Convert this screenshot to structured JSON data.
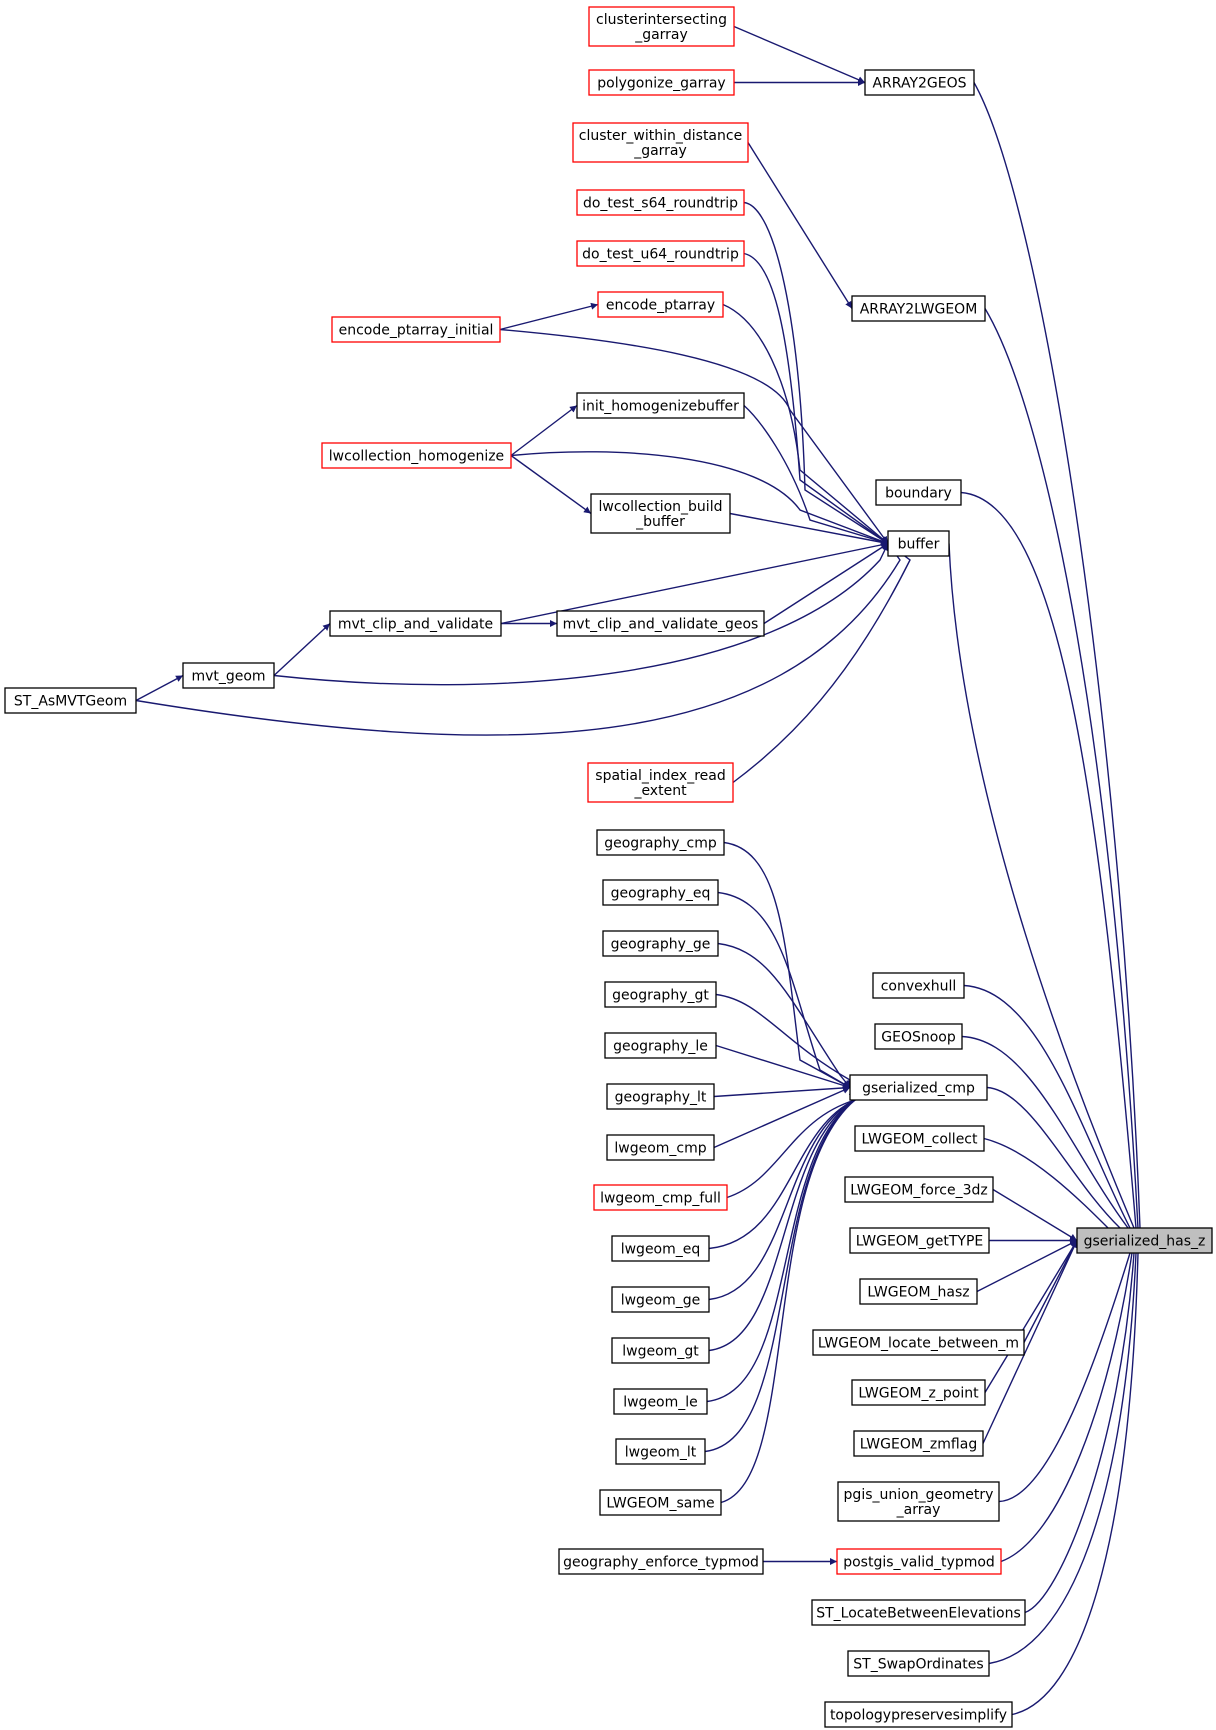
{
  "colors": {
    "edge": "#191970",
    "normal_border": "#000000",
    "truncated_border": "#ff0000",
    "focus_fill": "#bfbfbf"
  },
  "nodes": [
    {
      "id": "n_clusterintersecting",
      "lines": [
        "clusterintersecting",
        "_garray"
      ],
      "style": "truncated"
    },
    {
      "id": "n_polygonize",
      "lines": [
        "polygonize_garray"
      ],
      "style": "truncated"
    },
    {
      "id": "n_array2geos",
      "lines": [
        "ARRAY2GEOS"
      ],
      "style": "normal"
    },
    {
      "id": "n_cluster_within",
      "lines": [
        "cluster_within_distance",
        "_garray"
      ],
      "style": "truncated"
    },
    {
      "id": "n_do_test_s64",
      "lines": [
        "do_test_s64_roundtrip"
      ],
      "style": "truncated"
    },
    {
      "id": "n_do_test_u64",
      "lines": [
        "do_test_u64_roundtrip"
      ],
      "style": "truncated"
    },
    {
      "id": "n_array2lwgeom",
      "lines": [
        "ARRAY2LWGEOM"
      ],
      "style": "normal"
    },
    {
      "id": "n_encode_ptarray",
      "lines": [
        "encode_ptarray"
      ],
      "style": "truncated"
    },
    {
      "id": "n_encode_ptarray_initial",
      "lines": [
        "encode_ptarray_initial"
      ],
      "style": "truncated"
    },
    {
      "id": "n_init_homogenizebuffer",
      "lines": [
        "init_homogenizebuffer"
      ],
      "style": "normal"
    },
    {
      "id": "n_lwcollection_homogenize",
      "lines": [
        "lwcollection_homogenize"
      ],
      "style": "truncated"
    },
    {
      "id": "n_boundary",
      "lines": [
        "boundary"
      ],
      "style": "normal"
    },
    {
      "id": "n_lwcollection_build_buffer",
      "lines": [
        "lwcollection_build",
        "_buffer"
      ],
      "style": "normal"
    },
    {
      "id": "n_buffer",
      "lines": [
        "buffer"
      ],
      "style": "normal"
    },
    {
      "id": "n_mvt_clip_and_validate",
      "lines": [
        "mvt_clip_and_validate"
      ],
      "style": "normal"
    },
    {
      "id": "n_mvt_clip_and_validate_geos",
      "lines": [
        "mvt_clip_and_validate_geos"
      ],
      "style": "normal"
    },
    {
      "id": "n_mvt_geom",
      "lines": [
        "mvt_geom"
      ],
      "style": "normal"
    },
    {
      "id": "n_st_asmvtgeom",
      "lines": [
        "ST_AsMVTGeom"
      ],
      "style": "normal"
    },
    {
      "id": "n_spatial_index_read",
      "lines": [
        "spatial_index_read",
        "_extent"
      ],
      "style": "truncated"
    },
    {
      "id": "n_geography_cmp",
      "lines": [
        "geography_cmp"
      ],
      "style": "normal"
    },
    {
      "id": "n_geography_eq",
      "lines": [
        "geography_eq"
      ],
      "style": "normal"
    },
    {
      "id": "n_geography_ge",
      "lines": [
        "geography_ge"
      ],
      "style": "normal"
    },
    {
      "id": "n_geography_gt",
      "lines": [
        "geography_gt"
      ],
      "style": "normal"
    },
    {
      "id": "n_geography_le",
      "lines": [
        "geography_le"
      ],
      "style": "normal"
    },
    {
      "id": "n_geography_lt",
      "lines": [
        "geography_lt"
      ],
      "style": "normal"
    },
    {
      "id": "n_lwgeom_cmp",
      "lines": [
        "lwgeom_cmp"
      ],
      "style": "normal"
    },
    {
      "id": "n_lwgeom_cmp_full",
      "lines": [
        "lwgeom_cmp_full"
      ],
      "style": "truncated"
    },
    {
      "id": "n_lwgeom_eq",
      "lines": [
        "lwgeom_eq"
      ],
      "style": "normal"
    },
    {
      "id": "n_lwgeom_ge",
      "lines": [
        "lwgeom_ge"
      ],
      "style": "normal"
    },
    {
      "id": "n_lwgeom_gt",
      "lines": [
        "lwgeom_gt"
      ],
      "style": "normal"
    },
    {
      "id": "n_lwgeom_le",
      "lines": [
        "lwgeom_le"
      ],
      "style": "normal"
    },
    {
      "id": "n_lwgeom_lt",
      "lines": [
        "lwgeom_lt"
      ],
      "style": "normal"
    },
    {
      "id": "n_lwgeom_same",
      "lines": [
        "LWGEOM_same"
      ],
      "style": "normal"
    },
    {
      "id": "n_convexhull",
      "lines": [
        "convexhull"
      ],
      "style": "normal"
    },
    {
      "id": "n_geosnoop",
      "lines": [
        "GEOSnoop"
      ],
      "style": "normal"
    },
    {
      "id": "n_gserialized_cmp",
      "lines": [
        "gserialized_cmp"
      ],
      "style": "normal"
    },
    {
      "id": "n_lwgeom_collect",
      "lines": [
        "LWGEOM_collect"
      ],
      "style": "normal"
    },
    {
      "id": "n_lwgeom_force_3dz",
      "lines": [
        "LWGEOM_force_3dz"
      ],
      "style": "normal"
    },
    {
      "id": "n_lwgeom_gettype",
      "lines": [
        "LWGEOM_getTYPE"
      ],
      "style": "normal"
    },
    {
      "id": "n_gserialized_has_z",
      "lines": [
        "gserialized_has_z"
      ],
      "style": "focus"
    },
    {
      "id": "n_lwgeom_hasz",
      "lines": [
        "LWGEOM_hasz"
      ],
      "style": "normal"
    },
    {
      "id": "n_lwgeom_locate_between_m",
      "lines": [
        "LWGEOM_locate_between_m"
      ],
      "style": "normal"
    },
    {
      "id": "n_lwgeom_z_point",
      "lines": [
        "LWGEOM_z_point"
      ],
      "style": "normal"
    },
    {
      "id": "n_lwgeom_zmflag",
      "lines": [
        "LWGEOM_zmflag"
      ],
      "style": "normal"
    },
    {
      "id": "n_pgis_union",
      "lines": [
        "pgis_union_geometry",
        "_array"
      ],
      "style": "normal"
    },
    {
      "id": "n_geography_enforce_typmod",
      "lines": [
        "geography_enforce_typmod"
      ],
      "style": "normal"
    },
    {
      "id": "n_postgis_valid_typmod",
      "lines": [
        "postgis_valid_typmod"
      ],
      "style": "truncated"
    },
    {
      "id": "n_st_locatebetweenelevations",
      "lines": [
        "ST_LocateBetweenElevations"
      ],
      "style": "normal"
    },
    {
      "id": "n_st_swapordinates",
      "lines": [
        "ST_SwapOrdinates"
      ],
      "style": "normal"
    },
    {
      "id": "n_topologypreservesimplify",
      "lines": [
        "topologypreservesimplify"
      ],
      "style": "normal"
    }
  ],
  "edges": [
    [
      "n_clusterintersecting",
      "n_array2geos"
    ],
    [
      "n_polygonize",
      "n_array2geos"
    ],
    [
      "n_cluster_within",
      "n_array2lwgeom"
    ],
    [
      "n_encode_ptarray_initial",
      "n_encode_ptarray"
    ],
    [
      "n_encode_ptarray_initial",
      "n_buffer"
    ],
    [
      "n_lwcollection_homogenize",
      "n_init_homogenizebuffer"
    ],
    [
      "n_lwcollection_homogenize",
      "n_lwcollection_build_buffer"
    ],
    [
      "n_lwcollection_homogenize",
      "n_buffer"
    ],
    [
      "n_do_test_s64",
      "n_buffer"
    ],
    [
      "n_do_test_u64",
      "n_buffer"
    ],
    [
      "n_encode_ptarray",
      "n_buffer"
    ],
    [
      "n_init_homogenizebuffer",
      "n_buffer"
    ],
    [
      "n_lwcollection_build_buffer",
      "n_buffer"
    ],
    [
      "n_mvt_clip_and_validate",
      "n_buffer"
    ],
    [
      "n_mvt_clip_and_validate",
      "n_mvt_clip_and_validate_geos"
    ],
    [
      "n_mvt_clip_and_validate_geos",
      "n_buffer"
    ],
    [
      "n_mvt_geom",
      "n_mvt_clip_and_validate"
    ],
    [
      "n_mvt_geom",
      "n_buffer"
    ],
    [
      "n_st_asmvtgeom",
      "n_mvt_geom"
    ],
    [
      "n_st_asmvtgeom",
      "n_buffer"
    ],
    [
      "n_spatial_index_read",
      "n_buffer"
    ],
    [
      "n_geography_cmp",
      "n_gserialized_cmp"
    ],
    [
      "n_geography_eq",
      "n_gserialized_cmp"
    ],
    [
      "n_geography_ge",
      "n_gserialized_cmp"
    ],
    [
      "n_geography_gt",
      "n_gserialized_cmp"
    ],
    [
      "n_geography_le",
      "n_gserialized_cmp"
    ],
    [
      "n_geography_lt",
      "n_gserialized_cmp"
    ],
    [
      "n_lwgeom_cmp",
      "n_gserialized_cmp"
    ],
    [
      "n_lwgeom_cmp_full",
      "n_gserialized_cmp"
    ],
    [
      "n_lwgeom_eq",
      "n_gserialized_cmp"
    ],
    [
      "n_lwgeom_ge",
      "n_gserialized_cmp"
    ],
    [
      "n_lwgeom_gt",
      "n_gserialized_cmp"
    ],
    [
      "n_lwgeom_le",
      "n_gserialized_cmp"
    ],
    [
      "n_lwgeom_lt",
      "n_gserialized_cmp"
    ],
    [
      "n_lwgeom_same",
      "n_gserialized_cmp"
    ],
    [
      "n_geography_enforce_typmod",
      "n_postgis_valid_typmod"
    ],
    [
      "n_array2geos",
      "n_gserialized_has_z"
    ],
    [
      "n_array2lwgeom",
      "n_gserialized_has_z"
    ],
    [
      "n_boundary",
      "n_gserialized_has_z"
    ],
    [
      "n_buffer",
      "n_gserialized_has_z"
    ],
    [
      "n_convexhull",
      "n_gserialized_has_z"
    ],
    [
      "n_geosnoop",
      "n_gserialized_has_z"
    ],
    [
      "n_gserialized_cmp",
      "n_gserialized_has_z"
    ],
    [
      "n_lwgeom_collect",
      "n_gserialized_has_z"
    ],
    [
      "n_lwgeom_force_3dz",
      "n_gserialized_has_z"
    ],
    [
      "n_lwgeom_gettype",
      "n_gserialized_has_z"
    ],
    [
      "n_lwgeom_hasz",
      "n_gserialized_has_z"
    ],
    [
      "n_lwgeom_locate_between_m",
      "n_gserialized_has_z"
    ],
    [
      "n_lwgeom_z_point",
      "n_gserialized_has_z"
    ],
    [
      "n_lwgeom_zmflag",
      "n_gserialized_has_z"
    ],
    [
      "n_pgis_union",
      "n_gserialized_has_z"
    ],
    [
      "n_postgis_valid_typmod",
      "n_gserialized_has_z"
    ],
    [
      "n_st_locatebetweenelevations",
      "n_gserialized_has_z"
    ],
    [
      "n_st_swapordinates",
      "n_gserialized_has_z"
    ],
    [
      "n_topologypreservesimplify",
      "n_gserialized_has_z"
    ]
  ]
}
